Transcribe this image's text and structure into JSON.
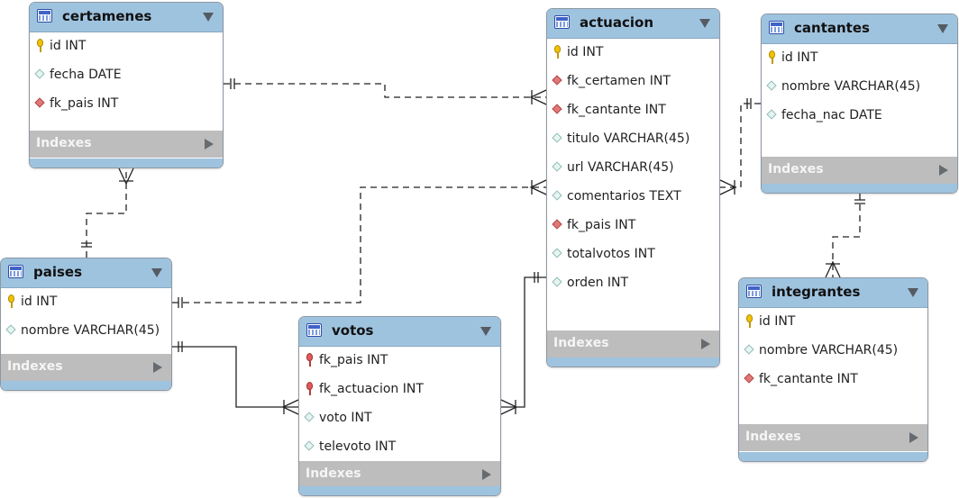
{
  "tables": {
    "certamenes": {
      "name": "certamenes",
      "columns": [
        {
          "label": "id INT",
          "icon": "primary-key-icon"
        },
        {
          "label": "fecha DATE",
          "icon": "column-diamond-icon"
        },
        {
          "label": "fk_pais INT",
          "icon": "foreign-key-diamond-icon"
        }
      ],
      "indexes_label": "Indexes"
    },
    "actuacion": {
      "name": "actuacion",
      "columns": [
        {
          "label": "id INT",
          "icon": "primary-key-icon"
        },
        {
          "label": "fk_certamen INT",
          "icon": "foreign-key-diamond-icon"
        },
        {
          "label": "fk_cantante INT",
          "icon": "foreign-key-diamond-icon"
        },
        {
          "label": "titulo VARCHAR(45)",
          "icon": "column-diamond-icon"
        },
        {
          "label": "url VARCHAR(45)",
          "icon": "column-diamond-icon"
        },
        {
          "label": "comentarios TEXT",
          "icon": "column-diamond-icon"
        },
        {
          "label": "fk_pais INT",
          "icon": "foreign-key-diamond-icon"
        },
        {
          "label": "totalvotos INT",
          "icon": "column-diamond-icon"
        },
        {
          "label": "orden INT",
          "icon": "column-diamond-icon"
        }
      ],
      "indexes_label": "Indexes"
    },
    "cantantes": {
      "name": "cantantes",
      "columns": [
        {
          "label": "id INT",
          "icon": "primary-key-icon"
        },
        {
          "label": "nombre VARCHAR(45)",
          "icon": "column-diamond-icon"
        },
        {
          "label": "fecha_nac DATE",
          "icon": "column-diamond-icon"
        }
      ],
      "indexes_label": "Indexes"
    },
    "paises": {
      "name": "paises",
      "columns": [
        {
          "label": "id INT",
          "icon": "primary-key-icon"
        },
        {
          "label": "nombre VARCHAR(45)",
          "icon": "column-diamond-icon"
        }
      ],
      "indexes_label": "Indexes"
    },
    "votos": {
      "name": "votos",
      "columns": [
        {
          "label": "fk_pais INT",
          "icon": "primary-foreign-key-icon"
        },
        {
          "label": "fk_actuacion INT",
          "icon": "primary-foreign-key-icon"
        },
        {
          "label": "voto INT",
          "icon": "column-diamond-icon"
        },
        {
          "label": "televoto INT",
          "icon": "column-diamond-icon"
        }
      ],
      "indexes_label": "Indexes"
    },
    "integrantes": {
      "name": "integrantes",
      "columns": [
        {
          "label": "id INT",
          "icon": "primary-key-icon"
        },
        {
          "label": "nombre VARCHAR(45)",
          "icon": "column-diamond-icon"
        },
        {
          "label": "fk_cantante INT",
          "icon": "foreign-key-diamond-icon"
        }
      ],
      "indexes_label": "Indexes"
    }
  },
  "colors": {
    "header": "#9ec3df",
    "indexes_bar": "#bdbdbd",
    "primary_key": "#f2c200",
    "foreign_key": "#e07878",
    "column": "#e6f4f2",
    "connector": "#222222"
  },
  "relationships": [
    {
      "from": "certamenes",
      "to": "actuacion",
      "style": "dashed",
      "from_end": "one",
      "to_end": "many"
    },
    {
      "from": "paises",
      "to": "certamenes",
      "style": "dashed",
      "from_end": "one",
      "to_end": "many"
    },
    {
      "from": "paises",
      "to": "actuacion",
      "style": "dashed",
      "from_end": "one",
      "to_end": "many"
    },
    {
      "from": "cantantes",
      "to": "actuacion",
      "style": "dashed",
      "from_end": "one",
      "to_end": "many"
    },
    {
      "from": "cantantes",
      "to": "integrantes",
      "style": "dashed",
      "from_end": "one",
      "to_end": "many"
    },
    {
      "from": "paises",
      "to": "votos",
      "style": "solid",
      "from_end": "one",
      "to_end": "many"
    },
    {
      "from": "actuacion",
      "to": "votos",
      "style": "solid",
      "from_end": "one",
      "to_end": "many"
    }
  ]
}
